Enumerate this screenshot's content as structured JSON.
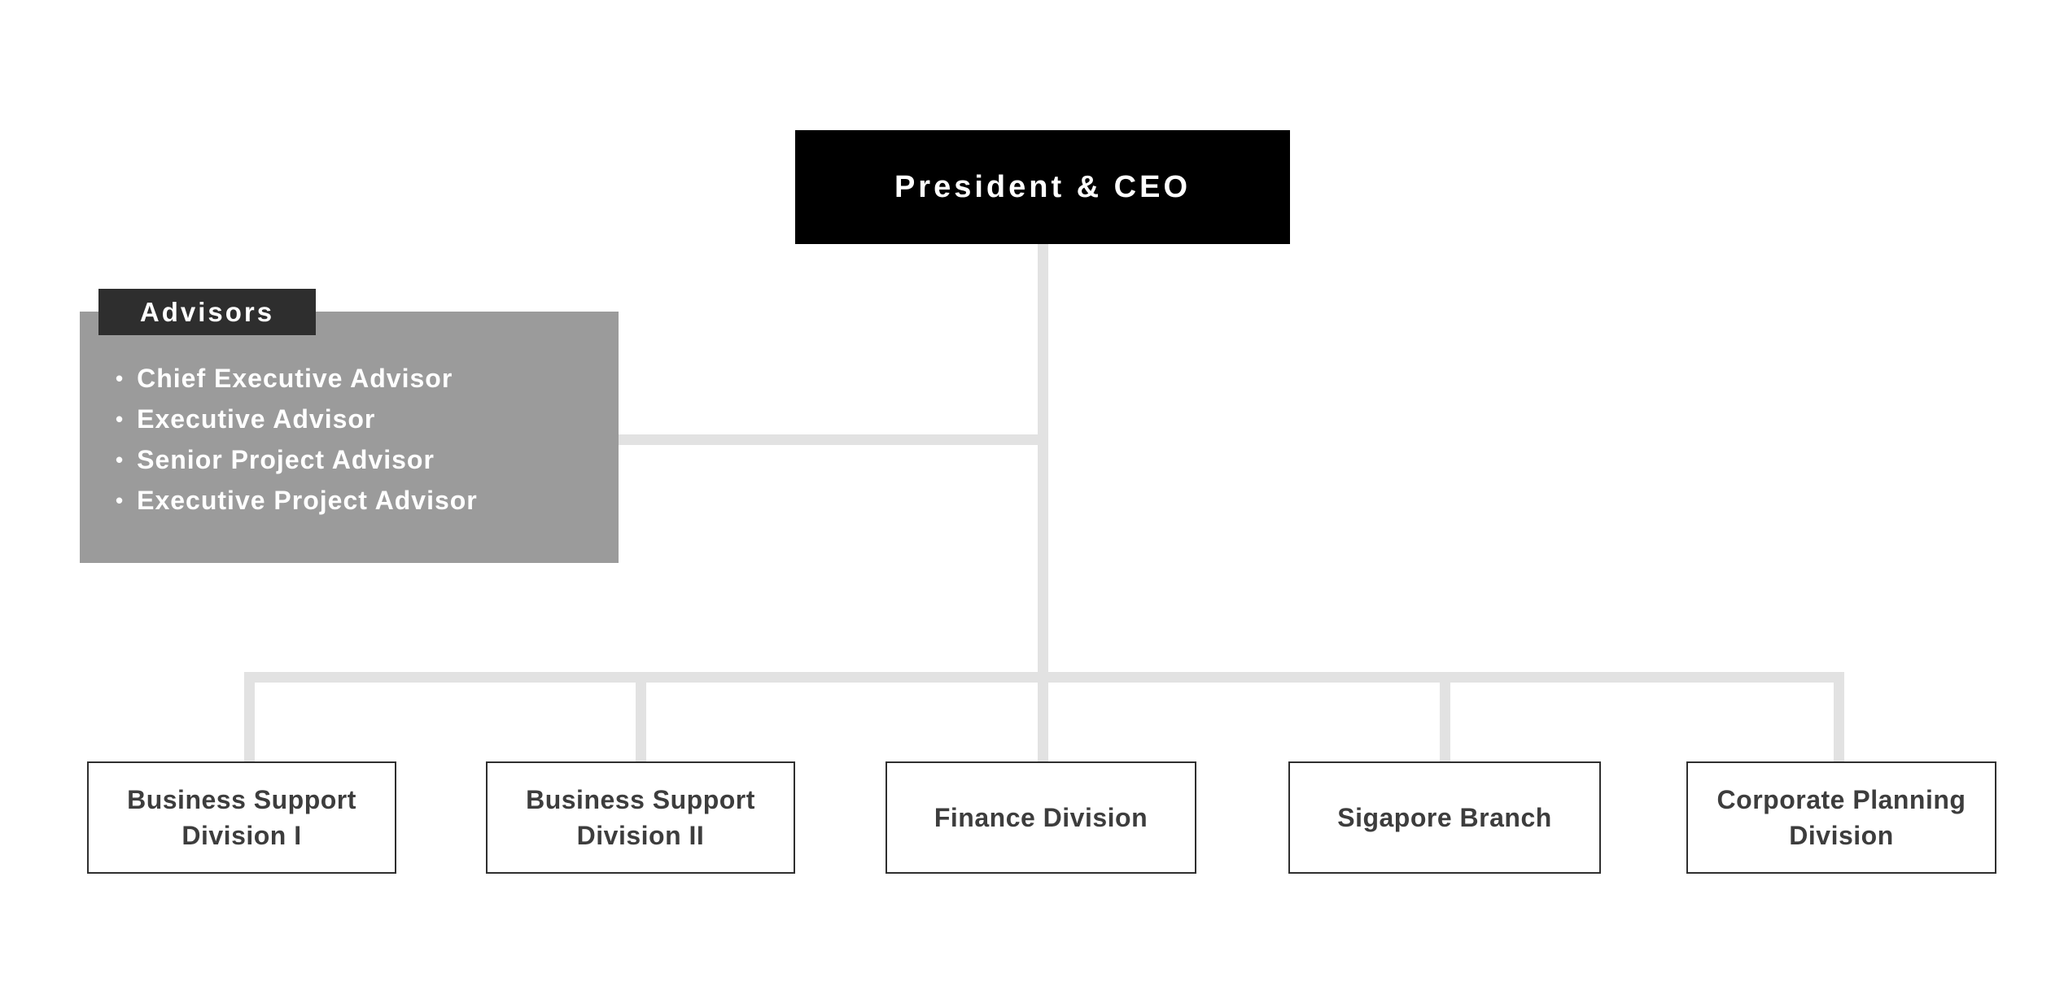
{
  "org": {
    "root": {
      "label": "President & CEO"
    },
    "advisors": {
      "tab_label": "Advisors",
      "bullet_char": "•",
      "items": [
        "Chief Executive Advisor",
        "Executive Advisor",
        "Senior Project Advisor",
        "Executive Project Advisor"
      ]
    },
    "divisions": [
      {
        "label": "Business Support Division I"
      },
      {
        "label": "Business Support Division II"
      },
      {
        "label": "Finance Division"
      },
      {
        "label": "Sigapore Branch"
      },
      {
        "label": "Corporate Planning Division"
      }
    ],
    "colors": {
      "background": "#ffffff",
      "root_box_bg": "#000000",
      "root_box_text": "#ffffff",
      "advisors_tab_bg": "#2e2e2e",
      "advisors_box_bg": "#9b9b9b",
      "advisors_text": "#ffffff",
      "connector": "#e2e2e2",
      "division_border": "#2f2f2f",
      "division_text": "#3d3d3d"
    }
  }
}
